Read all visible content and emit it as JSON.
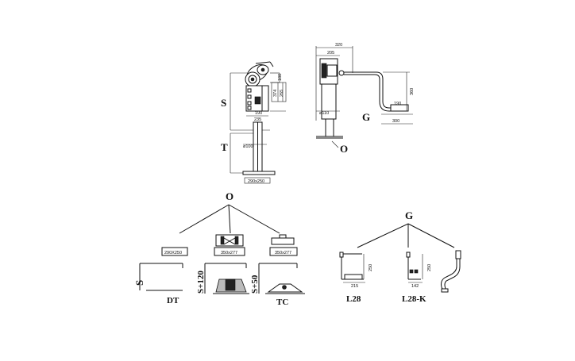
{
  "top_left": {
    "label_s": "S",
    "label_t": "T",
    "dims": {
      "d180": "180",
      "d374": "374",
      "d265": "265",
      "d190": "190",
      "d235": "235",
      "d100": "ø100",
      "d290x250": "290x250"
    }
  },
  "top_right": {
    "label_g": "G",
    "label_o": "O",
    "dims": {
      "d320": "320",
      "d205": "205",
      "d360": "360",
      "d110": "ø110",
      "d190": "190",
      "d300": "300"
    }
  },
  "bottom_left": {
    "root_label": "O",
    "plate_labels": [
      "290X250",
      "350x277",
      "350x277"
    ],
    "side_labels": [
      "S",
      "S+120",
      "S+50"
    ],
    "foot_names": [
      "DT",
      "TC"
    ]
  },
  "bottom_right": {
    "root_label": "G",
    "variants": [
      {
        "name": "L28",
        "dim_v": "250",
        "dim_h": "215"
      },
      {
        "name": "L28-K",
        "dim_v": "250",
        "dim_h": "142"
      }
    ]
  }
}
